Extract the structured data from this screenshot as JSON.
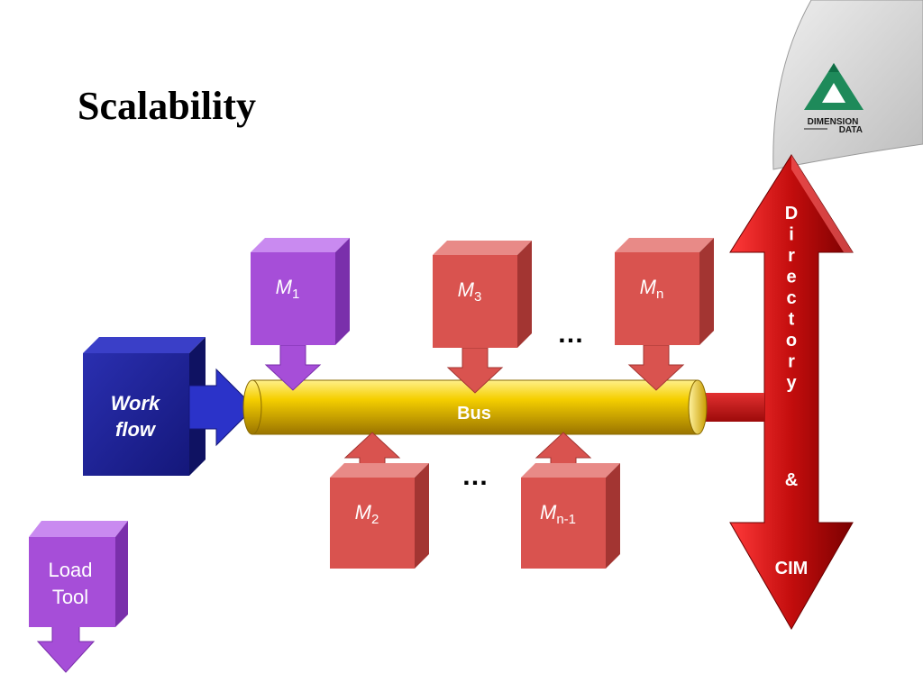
{
  "slide": {
    "title": "Scalability"
  },
  "logo": {
    "line1": "DIMENSION",
    "line2": "DATA"
  },
  "diagram": {
    "workflow": {
      "line1": "Work",
      "line2": "flow"
    },
    "bus": "Bus",
    "modules_top": [
      {
        "letter": "M",
        "sub": "1"
      },
      {
        "letter": "M",
        "sub": "3"
      },
      {
        "letter": "M",
        "sub": "n"
      }
    ],
    "modules_bottom": [
      {
        "letter": "M",
        "sub": "2"
      },
      {
        "letter": "M",
        "sub": "n-1"
      }
    ],
    "ellipsis_top": "…",
    "ellipsis_bottom": "…",
    "load_tool": {
      "line1": "Load",
      "line2": "Tool"
    },
    "directory": {
      "letters": [
        "D",
        "i",
        "r",
        "e",
        "c",
        "t",
        "o",
        "r",
        "y"
      ],
      "amp": "&",
      "cim": "CIM"
    }
  },
  "colors": {
    "purple": "#a64ed8",
    "red_module": "#d9534f",
    "bus_gold": "#f2c500",
    "workflow_navy": "#1c1f8f",
    "arrow_dark_red": "#b00c0c",
    "logo_green": "#1e8a5a"
  }
}
